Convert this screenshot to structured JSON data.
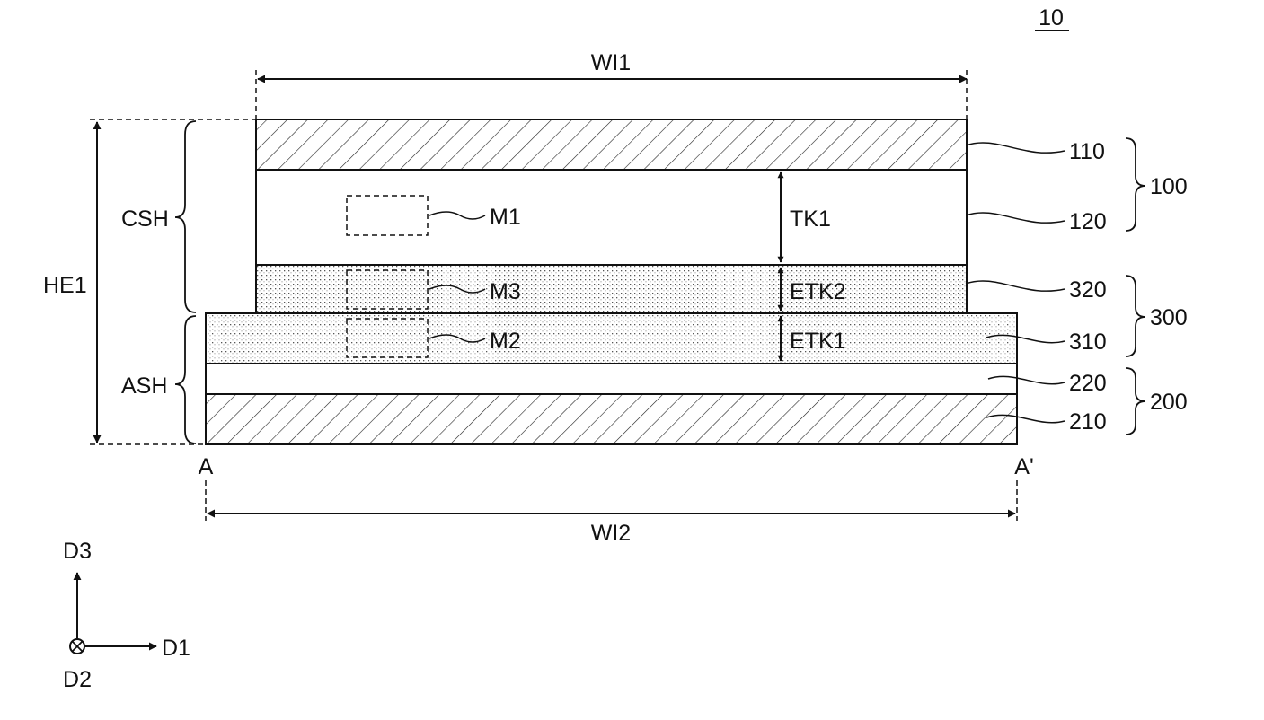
{
  "figure": {
    "ref": "10",
    "width1_label": "WI1",
    "width2_label": "WI2",
    "height_label": "HE1",
    "sections": {
      "upper": "CSH",
      "lower": "ASH"
    },
    "section_line": {
      "left": "A",
      "right": "A'"
    },
    "layers": {
      "l110": "110",
      "l120": "120",
      "l320": "320",
      "l310": "310",
      "l220": "220",
      "l210": "210"
    },
    "groups": {
      "g100": "100",
      "g300": "300",
      "g200": "200"
    },
    "regions": {
      "m1": "M1",
      "m2": "M2",
      "m3": "M3"
    },
    "thickness": {
      "tk1": "TK1",
      "etk2": "ETK2",
      "etk1": "ETK1"
    },
    "axes": {
      "d1": "D1",
      "d2": "D2",
      "d3": "D3"
    },
    "colors": {
      "ink": "#111111",
      "background": "#ffffff"
    }
  }
}
